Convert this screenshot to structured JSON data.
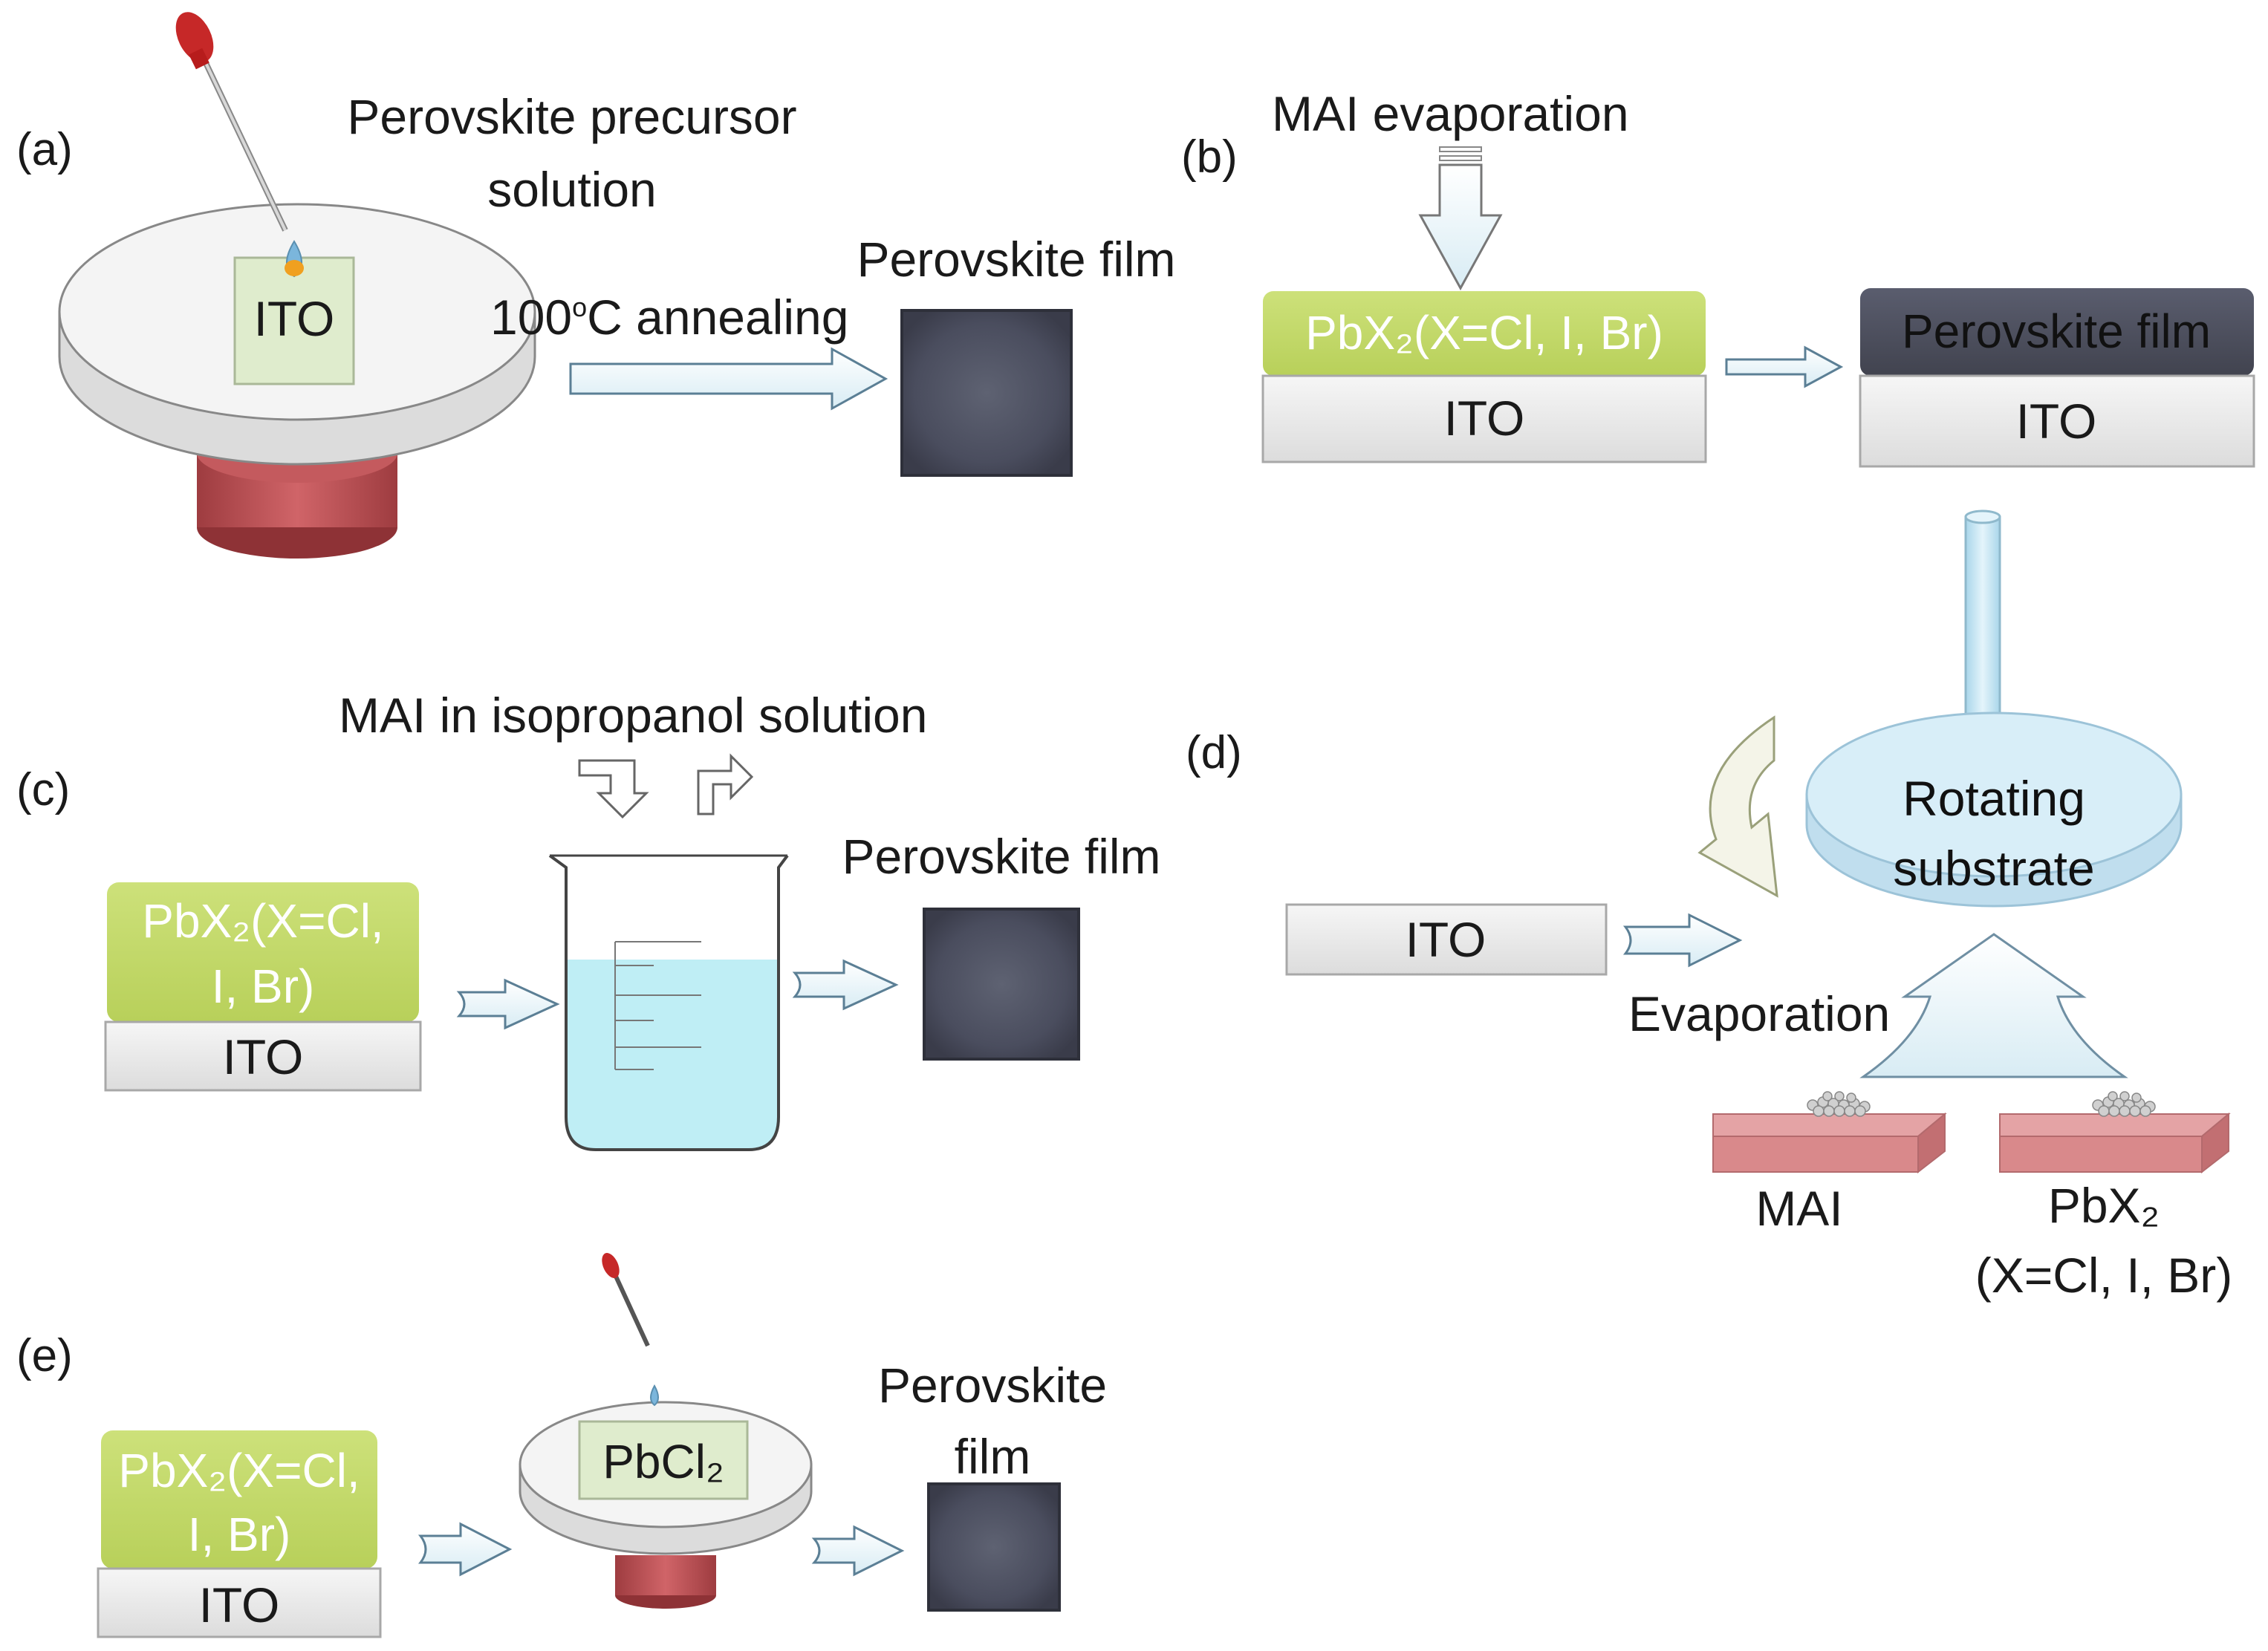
{
  "panels": {
    "a": {
      "tag": "(a)",
      "precursor_line1": "Perovskite precursor",
      "precursor_line2": "solution",
      "substrate": "ITO",
      "anneal_prefix": "100",
      "anneal_degree": "o",
      "anneal_suffix": "C  annealing",
      "film_label": "Perovskite film"
    },
    "b": {
      "tag": "(b)",
      "evaporation": "MAI  evaporation",
      "layer_pbx2": "PbX₂(X=Cl, I, Br)",
      "substrate": "ITO",
      "film_layer": "Perovskite film",
      "substrate_after": "ITO"
    },
    "c": {
      "tag": "(c)",
      "solution": "MAI  in isopropanol solution",
      "layer_line1": "PbX₂(X=Cl,",
      "layer_line2": "I, Br)",
      "substrate": "ITO",
      "film_label": "Perovskite film"
    },
    "d": {
      "tag": "(d)",
      "substrate": "ITO",
      "rotating_line1": "Rotating",
      "rotating_line2": "substrate",
      "evaporation": "Evaporation",
      "source1": "MAI",
      "source2_line1": "PbX₂",
      "source2_line2": "(X=Cl, I, Br)"
    },
    "e": {
      "tag": "(e)",
      "layer_line1": "PbX₂(X=Cl,",
      "layer_line2": "I, Br)",
      "substrate": "ITO",
      "spin_label": "PbCl₂",
      "film_line1": "Perovskite",
      "film_line2": "film"
    }
  },
  "colors": {
    "pbx2_layer": "#c3d96c",
    "perovskite_film": "#4a4d5e",
    "ito_substrate": "#ececec",
    "spin_base": "#b64c50",
    "dropper_bulb": "#c62828",
    "liquid": "#bfeef5",
    "boat": "#d9898b",
    "rotating_disk": "#d6ecf7"
  }
}
